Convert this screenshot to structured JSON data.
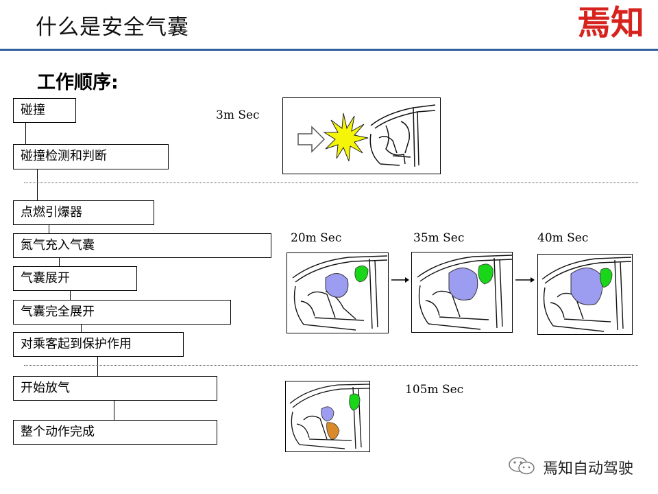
{
  "header": {
    "title": "什么是安全气囊",
    "logo_text": "焉知"
  },
  "subtitle": "工作顺序:",
  "steps": [
    "碰撞",
    "碰撞检测和判断",
    "点燃引爆器",
    "氮气充入气囊",
    "气囊展开",
    "气囊完全展开",
    "对乘客起到保护作用",
    "开始放气",
    "整个动作完成"
  ],
  "timings": [
    "3m Sec",
    "20m Sec",
    "35m Sec",
    "40m Sec",
    "105m Sec"
  ],
  "footer": {
    "text": "焉知自动驾驶",
    "icon": "wechat-icon"
  },
  "colors": {
    "header_rule": "#2f5f9e",
    "logo": "#d7231d",
    "airbag": "#9c9cf0",
    "side_airbag": "#19d619",
    "explosion": "#f5f50a",
    "deflated_bag": "#d98b2b"
  }
}
